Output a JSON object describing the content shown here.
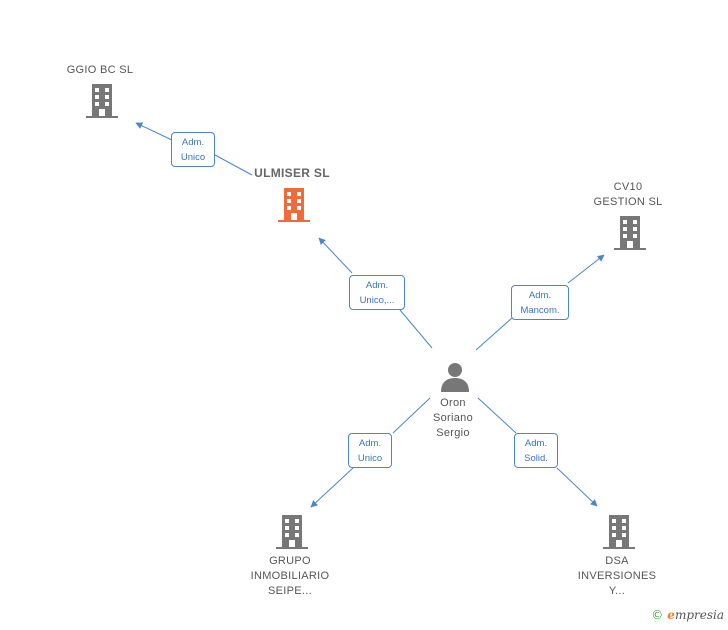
{
  "nodes": {
    "ggio": {
      "lines": [
        "GGIO BC  SL"
      ],
      "color": "#777777"
    },
    "ulmiser": {
      "lines": [
        "ULMISER  SL"
      ],
      "color": "#f06a3c"
    },
    "cv10": {
      "lines": [
        "CV10",
        "GESTION  SL"
      ],
      "color": "#777777"
    },
    "person": {
      "lines": [
        "Oron",
        "Soriano",
        "Sergio"
      ],
      "color": "#777777"
    },
    "grupo": {
      "lines": [
        "GRUPO",
        "INMOBILIARIO",
        "SEIPE..."
      ],
      "color": "#777777"
    },
    "dsa": {
      "lines": [
        "DSA",
        "INVERSIONES",
        "Y..."
      ],
      "color": "#777777"
    }
  },
  "edges": {
    "ulmiser_ggio": {
      "lines": [
        "Adm.",
        "Unico"
      ]
    },
    "person_ulmiser": {
      "lines": [
        "Adm.",
        "Unico,..."
      ]
    },
    "person_cv10": {
      "lines": [
        "Adm.",
        "Mancom."
      ]
    },
    "person_grupo": {
      "lines": [
        "Adm.",
        "Unico"
      ]
    },
    "person_dsa": {
      "lines": [
        "Adm.",
        "Solid."
      ]
    }
  },
  "colors": {
    "edge": "#4a86c8"
  },
  "brand": {
    "copyright": "©",
    "initial": "e",
    "rest": "mpresia"
  }
}
